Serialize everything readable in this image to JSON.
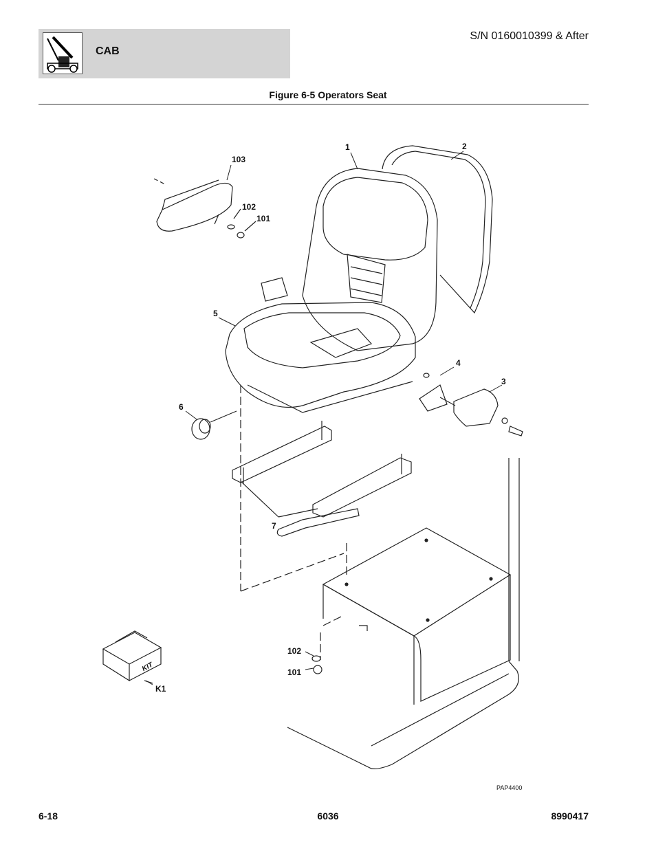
{
  "header": {
    "section": "CAB",
    "serial": "S/N 0160010399 & After"
  },
  "figure": {
    "title": "Figure 6-5 Operators Seat",
    "drawing_code": "PAP4400",
    "kit_text": "KIT"
  },
  "callouts": {
    "c1": "1",
    "c2": "2",
    "c3": "3",
    "c4": "4",
    "c5": "5",
    "c6": "6",
    "c7": "7",
    "c101a": "101",
    "c102a": "102",
    "c103": "103",
    "c101b": "101",
    "c102b": "102",
    "ck1": "K1"
  },
  "footer": {
    "page": "6-18",
    "model": "6036",
    "part_number": "8990417"
  }
}
